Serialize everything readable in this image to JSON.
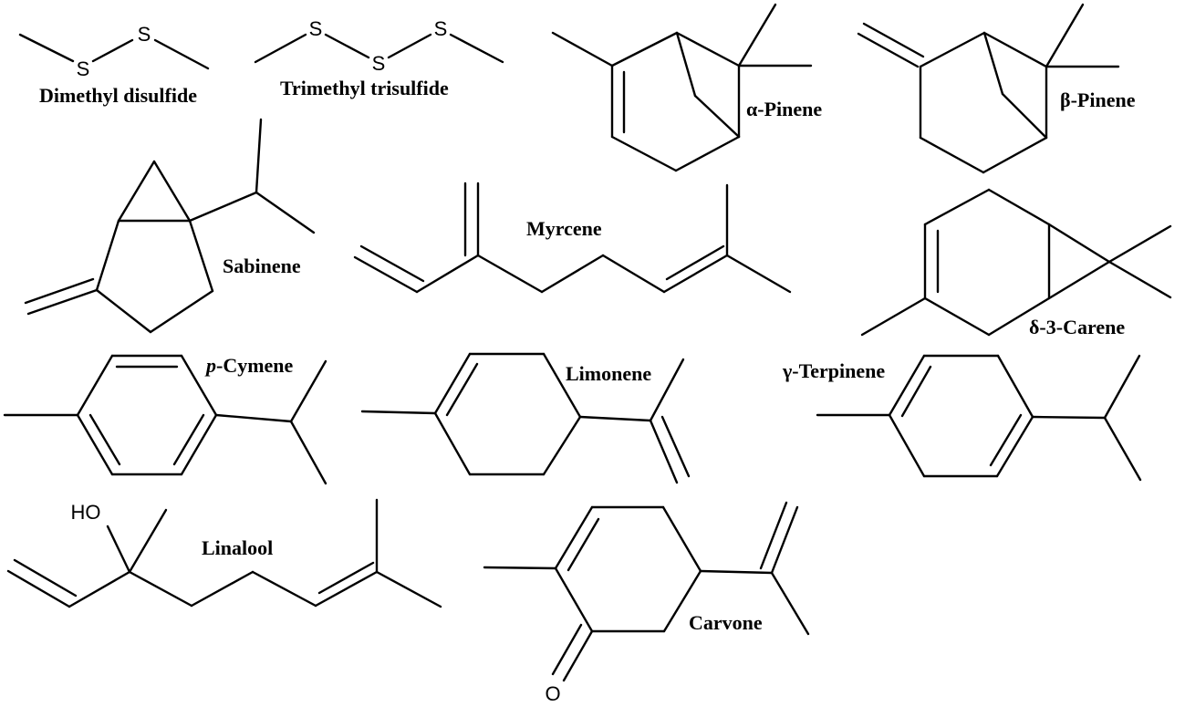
{
  "figure": {
    "molecules": [
      {
        "id": "dimethyl-disulfide",
        "name": "Dimethyl disulfide",
        "atoms": [
          "S",
          "S"
        ]
      },
      {
        "id": "trimethyl-trisulfide",
        "name": "Trimethyl trisulfide",
        "atoms": [
          "S",
          "S",
          "S"
        ]
      },
      {
        "id": "alpha-pinene",
        "name": "α-Pinene"
      },
      {
        "id": "beta-pinene",
        "name": "β-Pinene"
      },
      {
        "id": "sabinene",
        "name": "Sabinene"
      },
      {
        "id": "myrcene",
        "name": "Myrcene"
      },
      {
        "id": "delta-3-carene",
        "name": "δ-3-Carene"
      },
      {
        "id": "p-cymene",
        "name_prefix": "p",
        "name_rest": "-Cymene"
      },
      {
        "id": "limonene",
        "name": "Limonene"
      },
      {
        "id": "gamma-terpinene",
        "name": "γ-Terpinene"
      },
      {
        "id": "linalool",
        "name": "Linalool",
        "atoms": [
          "HO"
        ]
      },
      {
        "id": "carvone",
        "name": "Carvone",
        "atoms": [
          "O"
        ]
      }
    ]
  }
}
